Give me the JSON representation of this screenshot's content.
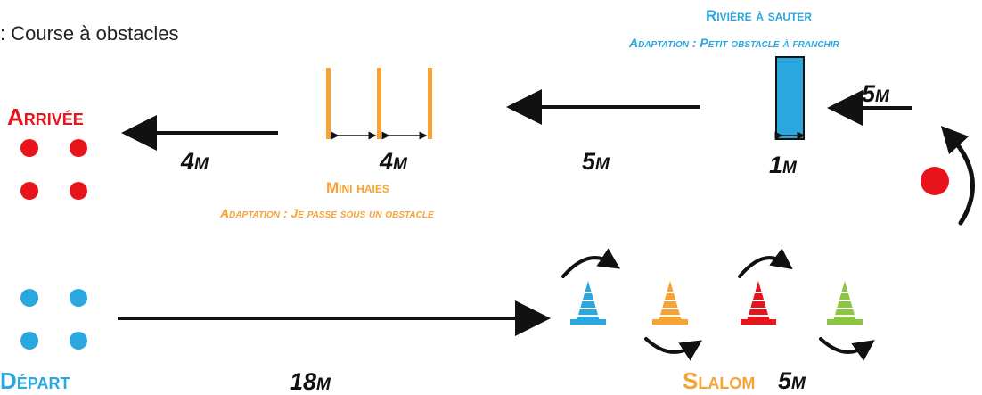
{
  "title": ": Course à obstacles",
  "labels": {
    "arrivee": "Arrivée",
    "depart": "Départ",
    "mini_haies": "Mini haies",
    "mini_haies_adaptation": "Adaptation : Je passe sous un obstacle",
    "riviere": "Rivière à sauter",
    "riviere_adaptation": "Adaptation : Petit obstacle à franchir",
    "slalom": "Slalom"
  },
  "distances": {
    "start_run": "18m",
    "slalom": "5m",
    "to_river": "5m",
    "river_width": "1m",
    "river_to_hurdles": "5m",
    "hurdle_gap_1": "4m",
    "hurdle_gap_2": "4m"
  },
  "colors": {
    "red": "#e8141b",
    "blue": "#2aa7de",
    "orange": "#f7a233",
    "green": "#8cc63f",
    "black": "#111111"
  },
  "cones": [
    {
      "color": "blue"
    },
    {
      "color": "orange"
    },
    {
      "color": "red"
    },
    {
      "color": "green"
    }
  ]
}
